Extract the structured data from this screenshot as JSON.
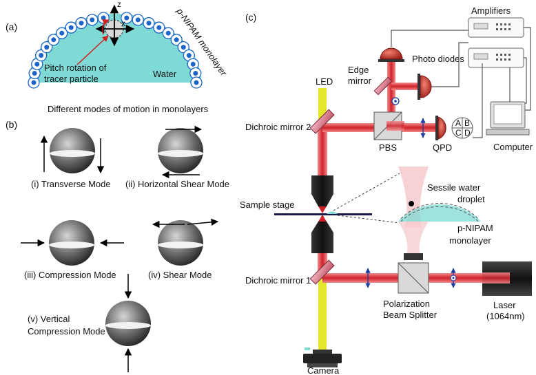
{
  "panels": {
    "a": "(a)",
    "b": "(b)",
    "c": "(c)"
  },
  "panel_a": {
    "axis_z": "z",
    "axis_x": "x",
    "monolayer": "p-NIPAM monolayer",
    "pitch_line1": "Pitch rotation of",
    "pitch_line2": "tracer particle",
    "water": "Water"
  },
  "panel_b": {
    "heading": "Different modes of motion in monolayers",
    "mode1": "(i)  Transverse Mode",
    "mode2": "(ii) Horizontal Shear Mode",
    "mode3": "(iii) Compression Mode",
    "mode4": "(iv) Shear Mode",
    "mode5_line1": "(v) Vertical",
    "mode5_line2": "Compression Mode"
  },
  "panel_c": {
    "amplifiers": "Amplifiers",
    "photo_diodes": "Photo diodes",
    "edge_mirror_line1": "Edge",
    "edge_mirror_line2": "mirror",
    "led": "LED",
    "dichroic2": "Dichroic mirror 2",
    "pbs": "PBS",
    "qpd": "QPD",
    "qpd_a": "A",
    "qpd_b": "B",
    "qpd_c": "C",
    "qpd_d": "D",
    "computer": "Computer",
    "sample_stage": "Sample stage",
    "sessile_line1": "Sessile  water",
    "sessile_line2": "droplet",
    "pnipam_line1": "p-NIPAM",
    "pnipam_line2": "monolayer",
    "dichroic1": "Dichroic mirror 1",
    "polarization_line1": "Polarization",
    "polarization_line2": "Beam Splitter",
    "laser_line1": "Laser",
    "laser_line2": "(1064nm)",
    "camera": "Camera"
  },
  "colors": {
    "laser_beam": "#d9343a",
    "led_beam": "#e3e62a",
    "water": "#7fd9d4",
    "particle_blue": "#1c64c8",
    "photodiode": "#c0392b"
  }
}
